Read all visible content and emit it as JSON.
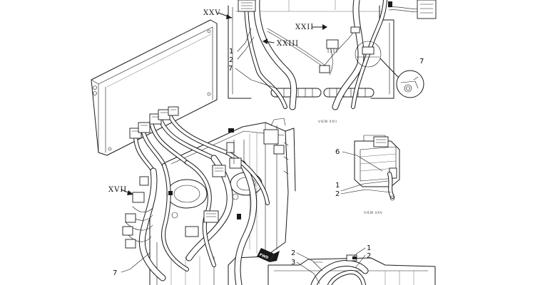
{
  "callouts": {
    "top_view": [
      "1",
      "2",
      "7"
    ],
    "detail_circle": "7",
    "view_b": [
      "6",
      "1",
      "2"
    ],
    "main_left": "7",
    "bottom": [
      "2",
      "3",
      "1",
      "2"
    ]
  },
  "view_markers": {
    "xxv": "XXV",
    "xxii": "XXII",
    "xxiii": "XXIII",
    "xvii": "XVII"
  },
  "captions": {
    "view_a": "VIEW XXII",
    "view_b": "VIEW XXV"
  },
  "forward_badge": "FWD",
  "colors": {
    "line": "#1a1a1a",
    "background": "#ffffff",
    "light_line": "#6a6a6a"
  }
}
